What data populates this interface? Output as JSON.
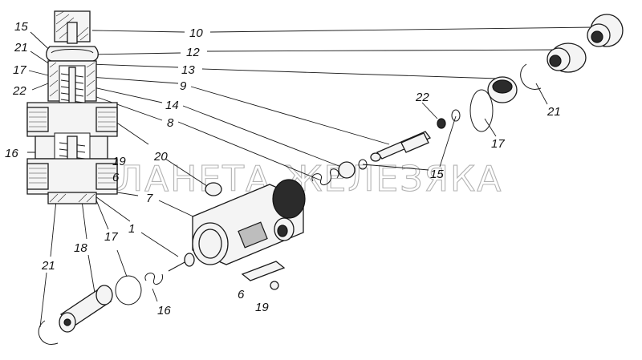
{
  "watermark": "ПЛАНЕТА ЖЕЛЕЗЯКА",
  "callouts": [
    {
      "id": "c-15a",
      "text": "15"
    },
    {
      "id": "c-21a",
      "text": "21"
    },
    {
      "id": "c-17a",
      "text": "17"
    },
    {
      "id": "c-22a",
      "text": "22"
    },
    {
      "id": "c-16a",
      "text": "16"
    },
    {
      "id": "c-10",
      "text": "10"
    },
    {
      "id": "c-12",
      "text": "12"
    },
    {
      "id": "c-13",
      "text": "13"
    },
    {
      "id": "c-9",
      "text": "9"
    },
    {
      "id": "c-14",
      "text": "14"
    },
    {
      "id": "c-8",
      "text": "8"
    },
    {
      "id": "c-20",
      "text": "20"
    },
    {
      "id": "c-19a",
      "text": "19"
    },
    {
      "id": "c-6a",
      "text": "6"
    },
    {
      "id": "c-7",
      "text": "7"
    },
    {
      "id": "c-1",
      "text": "1"
    },
    {
      "id": "c-17b",
      "text": "17"
    },
    {
      "id": "c-18",
      "text": "18"
    },
    {
      "id": "c-21b",
      "text": "21"
    },
    {
      "id": "c-16b",
      "text": "16"
    },
    {
      "id": "c-6b",
      "text": "6"
    },
    {
      "id": "c-19b",
      "text": "19"
    },
    {
      "id": "c-22b",
      "text": "22"
    },
    {
      "id": "c-15b",
      "text": "15"
    },
    {
      "id": "c-21c",
      "text": "21"
    },
    {
      "id": "c-17c",
      "text": "17"
    }
  ]
}
